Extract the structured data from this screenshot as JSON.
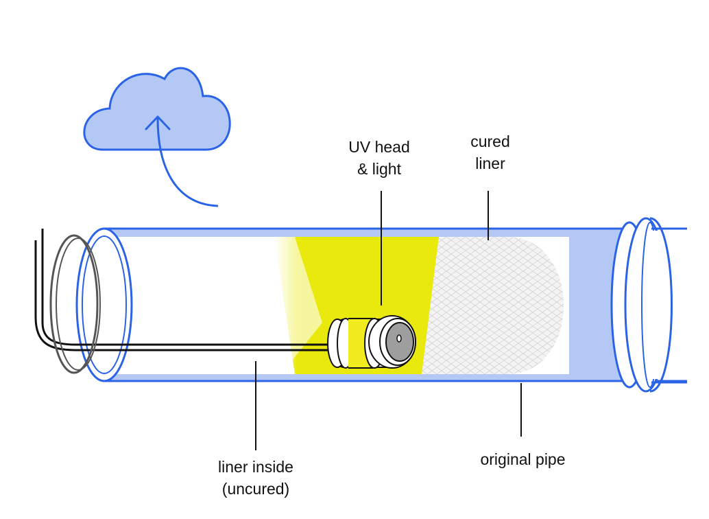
{
  "labels": {
    "uv_head": [
      "UV head",
      "& light"
    ],
    "cured_liner": [
      "cured",
      "liner"
    ],
    "liner_inside": [
      "liner inside",
      "(uncured)"
    ],
    "original_pipe": [
      "original pipe"
    ]
  },
  "colors": {
    "pipe_stroke": "#2b63e6",
    "pipe_fill": "#b4c8f5",
    "cloud_fill": "#b4c8f5",
    "uv_light": "#e8e800",
    "uv_head_body": "#f0ec20",
    "uv_lens": "#9e9e9e",
    "cured_liner": "#f2f2f2",
    "cable": "#111111",
    "end_ring": "#555555"
  },
  "icons": {
    "cloud": "cloud-upload-icon"
  }
}
